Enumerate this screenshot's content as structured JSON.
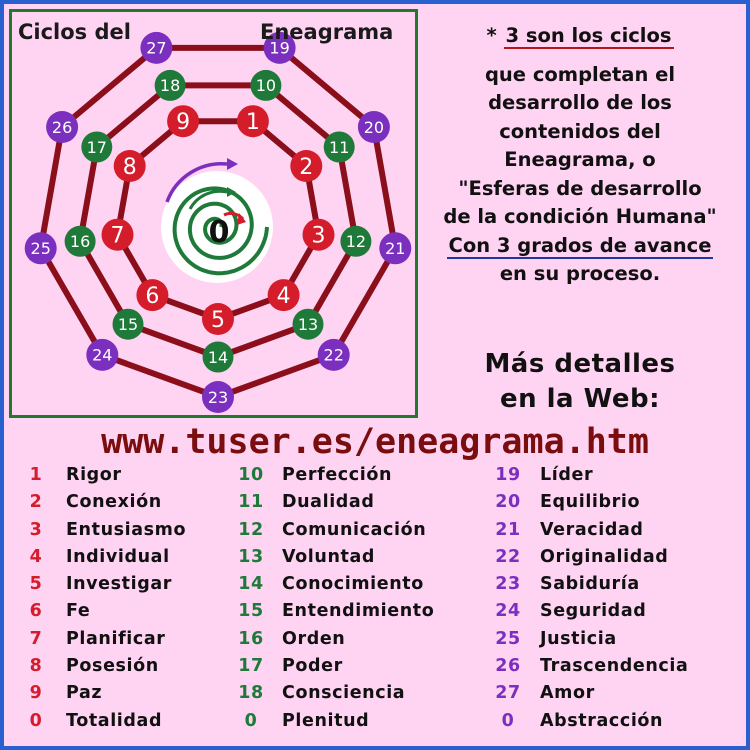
{
  "diagram": {
    "title_left": "Ciclos del",
    "title_right": "Eneagrama",
    "center_label": "0",
    "rings": [
      {
        "name": "inner",
        "color": "#d41c2b",
        "labels": [
          "1",
          "2",
          "3",
          "4",
          "5",
          "6",
          "7",
          "8",
          "9"
        ]
      },
      {
        "name": "middle",
        "color": "#1f7a3a",
        "labels": [
          "10",
          "11",
          "12",
          "13",
          "14",
          "15",
          "16",
          "17",
          "18"
        ]
      },
      {
        "name": "outer",
        "color": "#7b2fbf",
        "labels": [
          "19",
          "20",
          "21",
          "22",
          "23",
          "24",
          "25",
          "26",
          "27"
        ]
      }
    ],
    "line_color": "#8a0f1a"
  },
  "description": {
    "line1_star": "*",
    "line1_underlined": "3 son los ciclos",
    "line2": "que completan el",
    "line3": "desarrollo de los",
    "line4": "contenidos del",
    "line5": "Eneagrama, o",
    "line6": "\"Esferas de desarrollo",
    "line7": "de la condición Humana\"",
    "line8_underlined": "Con 3 grados de avance",
    "line9": "en su proceso."
  },
  "more": {
    "line1": "Más detalles",
    "line2": "en la Web:"
  },
  "website": "www.tuser.es/eneagrama.htm",
  "legend": {
    "col1": [
      {
        "num": "1",
        "word": "Rigor"
      },
      {
        "num": "2",
        "word": "Conexión"
      },
      {
        "num": "3",
        "word": "Entusiasmo"
      },
      {
        "num": "4",
        "word": "Individual"
      },
      {
        "num": "5",
        "word": "Investigar"
      },
      {
        "num": "6",
        "word": "Fe"
      },
      {
        "num": "7",
        "word": "Planificar"
      },
      {
        "num": "8",
        "word": "Posesión"
      },
      {
        "num": "9",
        "word": "Paz"
      },
      {
        "num": "0",
        "word": "Totalidad"
      }
    ],
    "col2": [
      {
        "num": "10",
        "word": "Perfección"
      },
      {
        "num": "11",
        "word": "Dualidad"
      },
      {
        "num": "12",
        "word": "Comunicación"
      },
      {
        "num": "13",
        "word": "Voluntad"
      },
      {
        "num": "14",
        "word": "Conocimiento"
      },
      {
        "num": "15",
        "word": "Entendimiento"
      },
      {
        "num": "16",
        "word": "Orden"
      },
      {
        "num": "17",
        "word": "Poder"
      },
      {
        "num": "18",
        "word": "Consciencia"
      },
      {
        "num": "0",
        "word": "Plenitud"
      }
    ],
    "col3": [
      {
        "num": "19",
        "word": "Líder"
      },
      {
        "num": "20",
        "word": "Equilibrio"
      },
      {
        "num": "21",
        "word": "Veracidad"
      },
      {
        "num": "22",
        "word": "Originalidad"
      },
      {
        "num": "23",
        "word": "Sabiduría"
      },
      {
        "num": "24",
        "word": "Seguridad"
      },
      {
        "num": "25",
        "word": "Justicia"
      },
      {
        "num": "26",
        "word": "Trascendencia"
      },
      {
        "num": "27",
        "word": "Amor"
      },
      {
        "num": "0",
        "word": "Abstracción"
      }
    ]
  }
}
